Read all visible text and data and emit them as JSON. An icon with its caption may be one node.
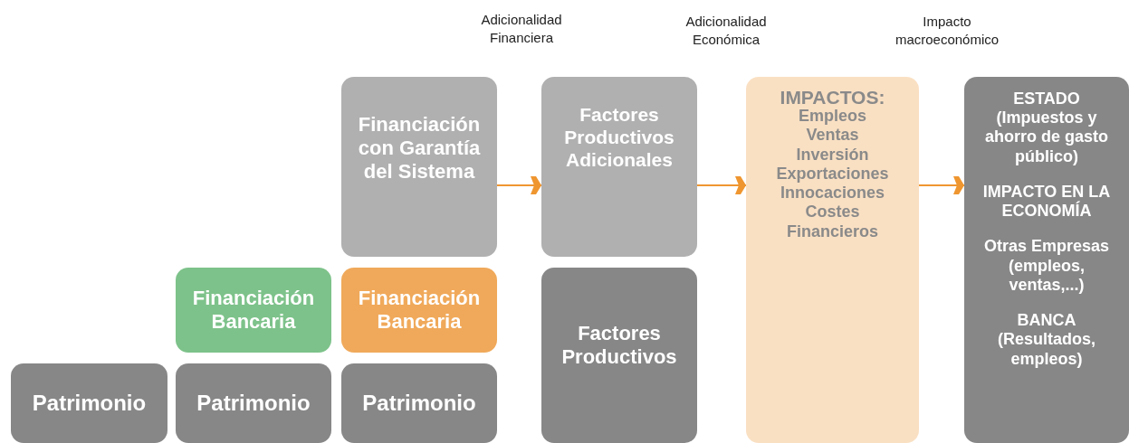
{
  "diagram": {
    "nodes": [
      {
        "text": [
          "Patrimonio"
        ]
      },
      {
        "text": [
          "Patrimonio"
        ]
      },
      {
        "text": [
          "Financiación Bancaria"
        ]
      },
      {
        "text": [
          "Patrimonio"
        ]
      },
      {
        "text": [
          "Financiación Bancaria"
        ]
      },
      {
        "text": [
          "Financiación con Garantía del Sistema"
        ]
      },
      {
        "text": [
          "Factores Productivos Adicionales"
        ]
      },
      {
        "text": [
          "Factores Productivos"
        ]
      },
      {
        "text": [
          "IMPACTOS:",
          "Empleos",
          "Ventas",
          "Inversión",
          "Exportaciones",
          "Innocaciones",
          "Costes Financieros"
        ]
      },
      {
        "text": [
          "ESTADO",
          "(Impuestos y ahorro de gasto público)",
          "IMPACTO EN LA ECONOMÍA",
          "Otras Empresas",
          "(empleos, ventas,...)",
          "BANCA",
          "(Resultados, empleos)"
        ]
      }
    ],
    "edges": [
      {
        "from": 5,
        "to": 6,
        "arrow": "to"
      },
      {
        "from": 6,
        "to": 8,
        "arrow": "to"
      },
      {
        "from": 8,
        "to": 9,
        "arrow": "to"
      }
    ],
    "labels": [
      "Adicionalidad Financiera",
      "Adicionalidad Económica",
      "Impacto macroeconómico"
    ]
  }
}
